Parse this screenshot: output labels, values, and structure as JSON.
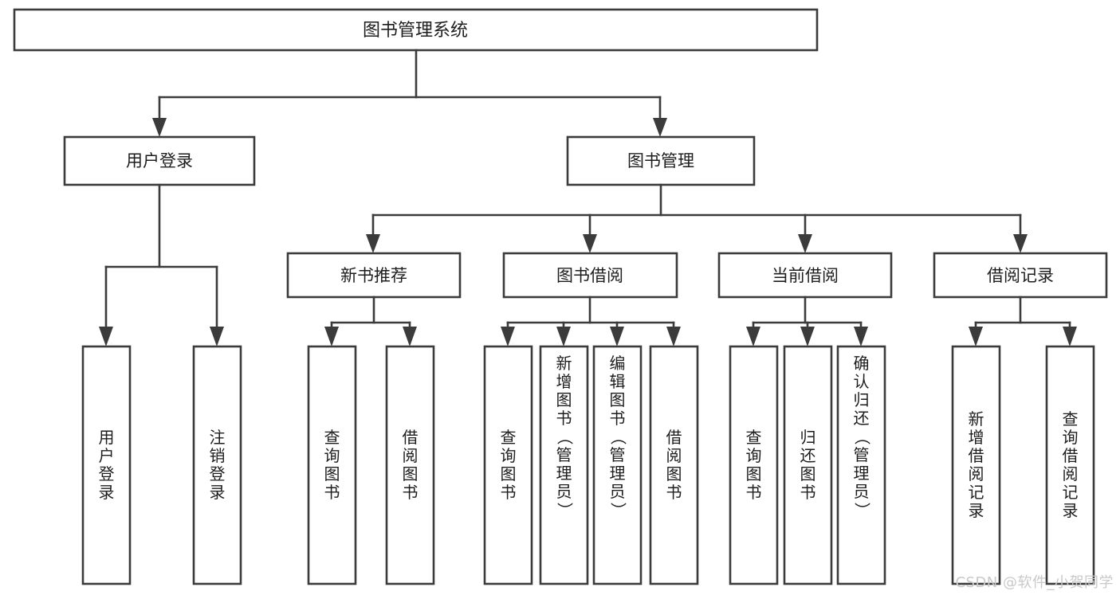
{
  "diagram": {
    "type": "tree",
    "title": "图书管理系统",
    "watermark": "CSDN @软件_小贺同学",
    "colors": {
      "box_stroke": "#3b3b3b",
      "box_fill": "#ffffff",
      "text": "#1d1d1d",
      "background": "#ffffff",
      "watermark": "#c9c9c9"
    },
    "levels": {
      "level1": [
        {
          "id": "root",
          "label": "图书管理系统"
        }
      ],
      "level2": [
        {
          "id": "user-login",
          "label": "用户登录"
        },
        {
          "id": "book-manage",
          "label": "图书管理"
        }
      ],
      "level3": [
        {
          "id": "new-book-rec",
          "label": "新书推荐"
        },
        {
          "id": "book-borrow",
          "label": "图书借阅"
        },
        {
          "id": "current-borrow",
          "label": "当前借阅"
        },
        {
          "id": "borrow-record",
          "label": "借阅记录"
        }
      ],
      "level4": [
        {
          "id": "leaf-user-login",
          "label": "用户登录",
          "parent": "user-login"
        },
        {
          "id": "leaf-logout-login",
          "label": "注销登录",
          "parent": "user-login"
        },
        {
          "id": "leaf-query-book-1",
          "label": "查询图书",
          "parent": "new-book-rec"
        },
        {
          "id": "leaf-borrow-book-1",
          "label": "借阅图书",
          "parent": "new-book-rec"
        },
        {
          "id": "leaf-query-book-2",
          "label": "查询图书",
          "parent": "book-borrow"
        },
        {
          "id": "leaf-add-book",
          "label": "新增图书（管理员）",
          "parent": "book-borrow"
        },
        {
          "id": "leaf-edit-book",
          "label": "编辑图书（管理员）",
          "parent": "book-borrow"
        },
        {
          "id": "leaf-borrow-book-2",
          "label": "借阅图书",
          "parent": "book-borrow"
        },
        {
          "id": "leaf-query-book-3",
          "label": "查询图书",
          "parent": "current-borrow"
        },
        {
          "id": "leaf-return-book",
          "label": "归还图书",
          "parent": "current-borrow"
        },
        {
          "id": "leaf-confirm-return",
          "label": "确认归还（管理员）",
          "parent": "current-borrow"
        },
        {
          "id": "leaf-add-record",
          "label": "新增借阅记录",
          "parent": "borrow-record"
        },
        {
          "id": "leaf-query-record",
          "label": "查询借阅记录",
          "parent": "borrow-record"
        }
      ]
    }
  }
}
